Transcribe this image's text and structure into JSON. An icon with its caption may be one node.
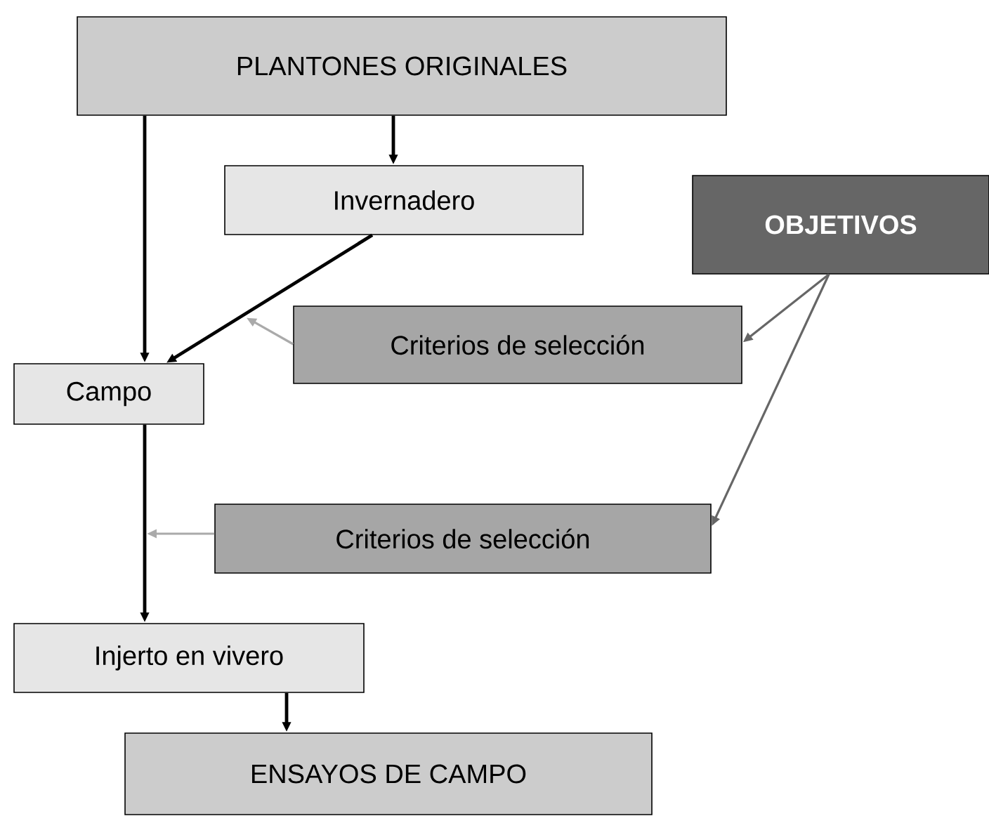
{
  "diagram": {
    "nodes": [
      {
        "text": [
          "PLANTONES ORIGINALES"
        ]
      },
      {
        "text": [
          "Invernadero"
        ]
      },
      {
        "text": [
          "OBJETIVOS"
        ]
      },
      {
        "text": [
          "Criterios de selección"
        ]
      },
      {
        "text": [
          "Campo"
        ]
      },
      {
        "text": [
          "Criterios de selección"
        ]
      },
      {
        "text": [
          "Injerto en vivero"
        ]
      },
      {
        "text": [
          "ENSAYOS DE CAMPO"
        ]
      }
    ],
    "edges": [
      {
        "from": 0,
        "to": 4,
        "arrow": "to"
      },
      {
        "from": 0,
        "to": 1,
        "arrow": "to"
      },
      {
        "from": 1,
        "to": 4,
        "arrow": "to"
      },
      {
        "from": 3,
        "to": null,
        "arrow": "to",
        "color": "#aaaaaa"
      },
      {
        "from": 2,
        "to": 3,
        "arrow": "to",
        "color": "#666666"
      },
      {
        "from": 2,
        "to": 5,
        "arrow": "to",
        "color": "#666666"
      },
      {
        "from": 5,
        "to": null,
        "arrow": "to",
        "color": "#aaaaaa"
      },
      {
        "from": 4,
        "to": 6,
        "arrow": "to"
      },
      {
        "from": 6,
        "to": 7,
        "arrow": "to"
      }
    ]
  }
}
